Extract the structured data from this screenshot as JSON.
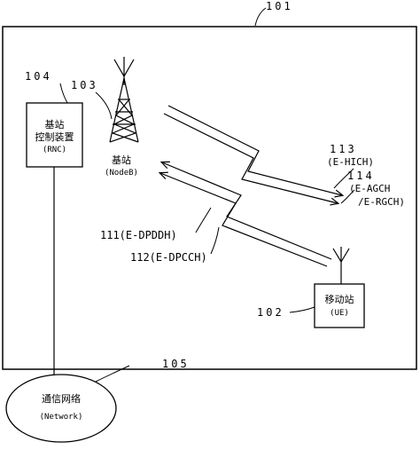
{
  "system": {
    "ref": "101"
  },
  "rnc": {
    "ref": "104",
    "line1": "基站",
    "line2": "控制装置",
    "line3": "(RNC)"
  },
  "nodeb": {
    "ref": "103",
    "label": "基站",
    "sub": "(NodeB)"
  },
  "ue": {
    "ref": "102",
    "label": "移动站",
    "sub": "(UE)"
  },
  "network": {
    "ref": "105",
    "label": "通信网络",
    "sub": "(Network)"
  },
  "channels": {
    "hich": {
      "ref": "113",
      "name": "(E-HICH)"
    },
    "agch": {
      "ref": "114",
      "name": "(E-AGCH",
      "name2": "/E-RGCH)"
    },
    "dpdch": {
      "text": "111(E-DPDDH)"
    },
    "dpcch": {
      "text": "112(E-DPCCH)"
    }
  }
}
